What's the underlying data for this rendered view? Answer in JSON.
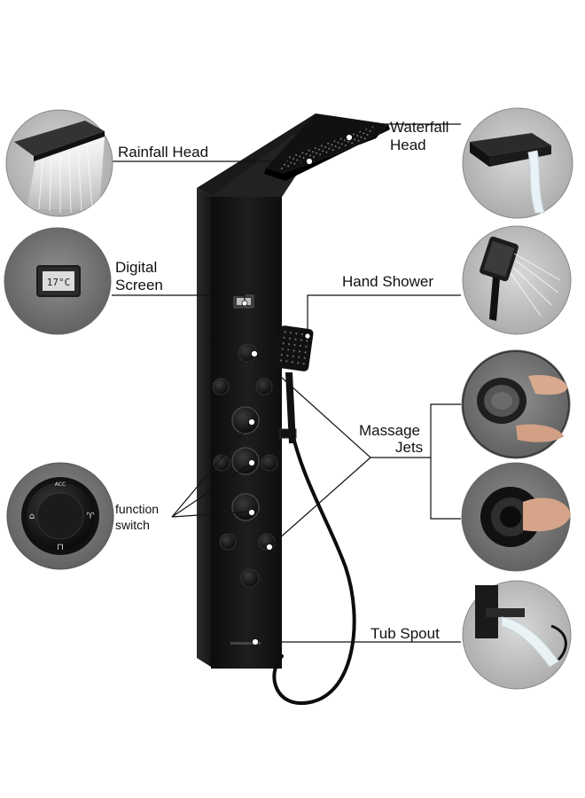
{
  "labels": {
    "rainfall_head": "Rainfall Head",
    "waterfall_line1": "Waterfall",
    "waterfall_line2": "Head",
    "digital_line1": "Digital",
    "digital_line2": "Screen",
    "hand_shower": "Hand Shower",
    "massage_line1": "Massage",
    "massage_line2": "Jets",
    "function_line1": "function",
    "function_line2": "switch",
    "tub_spout": "Tub Spout"
  },
  "screen_readout": "17°C",
  "knob_marks": {
    "top": "ACC",
    "shower_symbol": "shower",
    "tap_symbol": "tap"
  },
  "colors": {
    "panel": "#141414",
    "panel_edge": "#2a2a2a",
    "circle_bg": "#9c9c9c",
    "leader": "#111111",
    "dot": "#ffffff"
  }
}
